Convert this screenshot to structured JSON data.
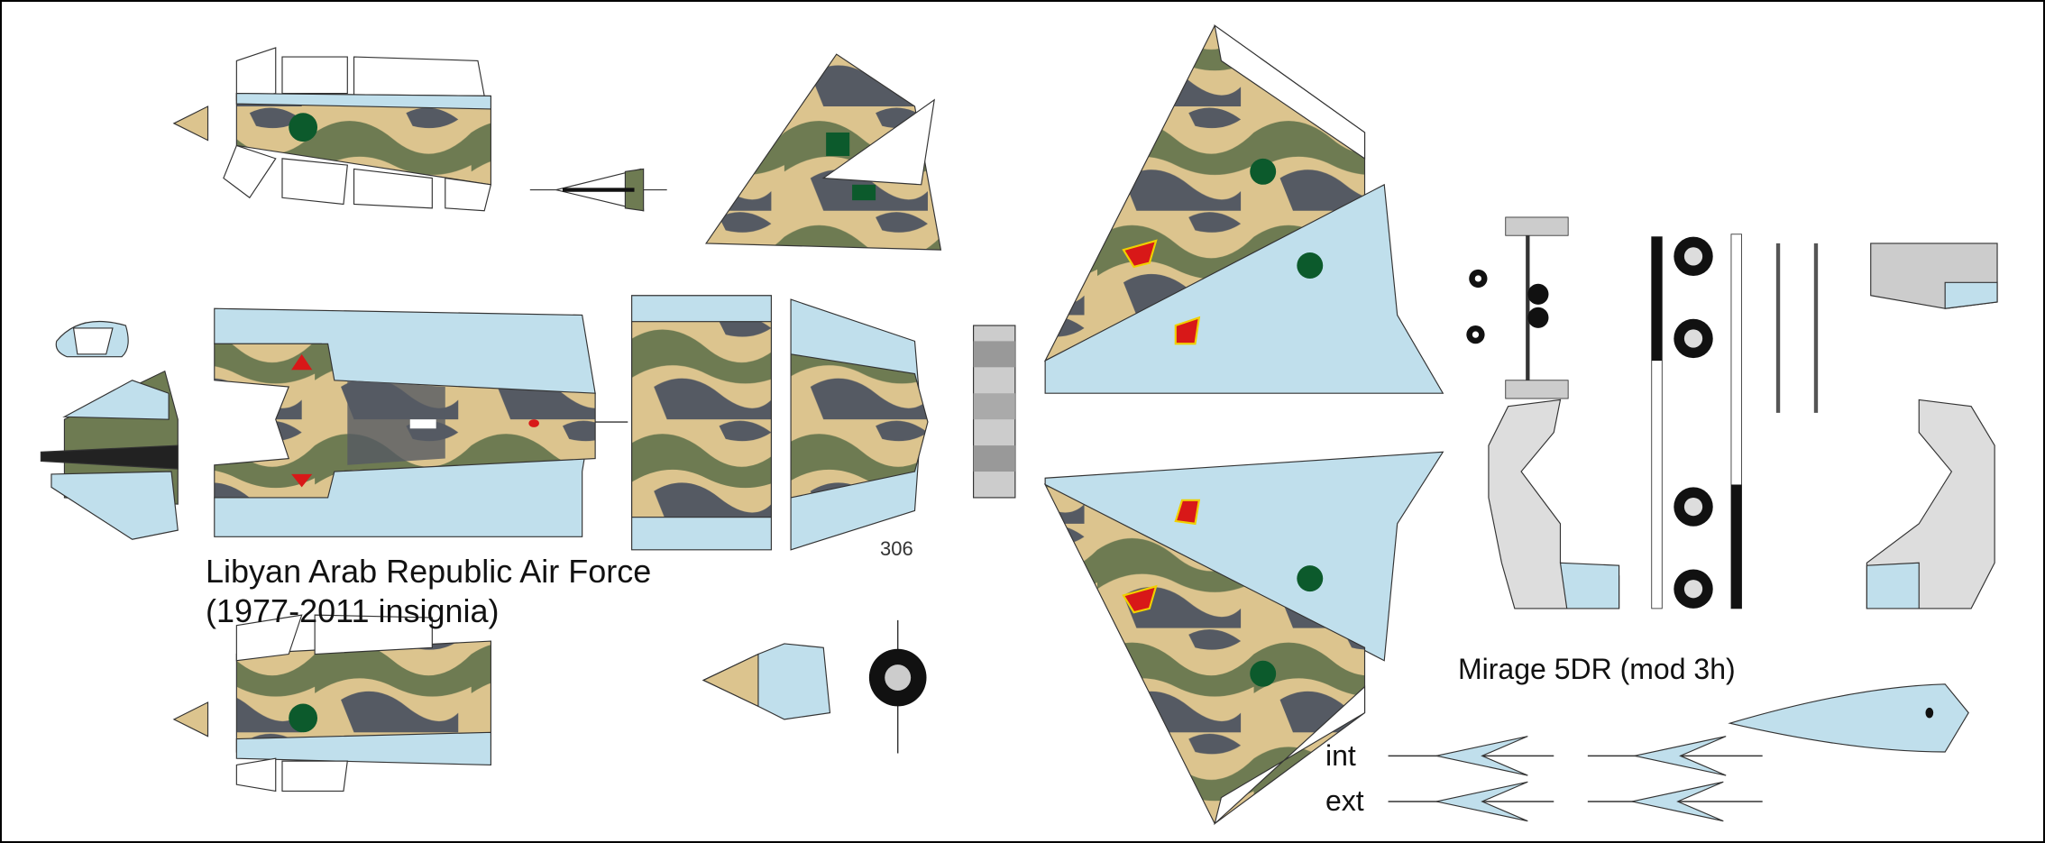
{
  "title": {
    "air_force": "Libyan Arab Republic Air Force",
    "insignia_period": "(1977-2011 insignia)"
  },
  "part_number": "306",
  "model_name": "Mirage 5DR (mod 3h)",
  "variants": {
    "int": "int",
    "ext": "ext"
  },
  "colors": {
    "sand": "#dcc48e",
    "olive": "#6e7b52",
    "grey": "#555a63",
    "light_blue": "#c0dfec",
    "roundel_green": "#0c5a2c",
    "insignia_red": "#d81818",
    "insignia_yellow": "#f0d000"
  }
}
